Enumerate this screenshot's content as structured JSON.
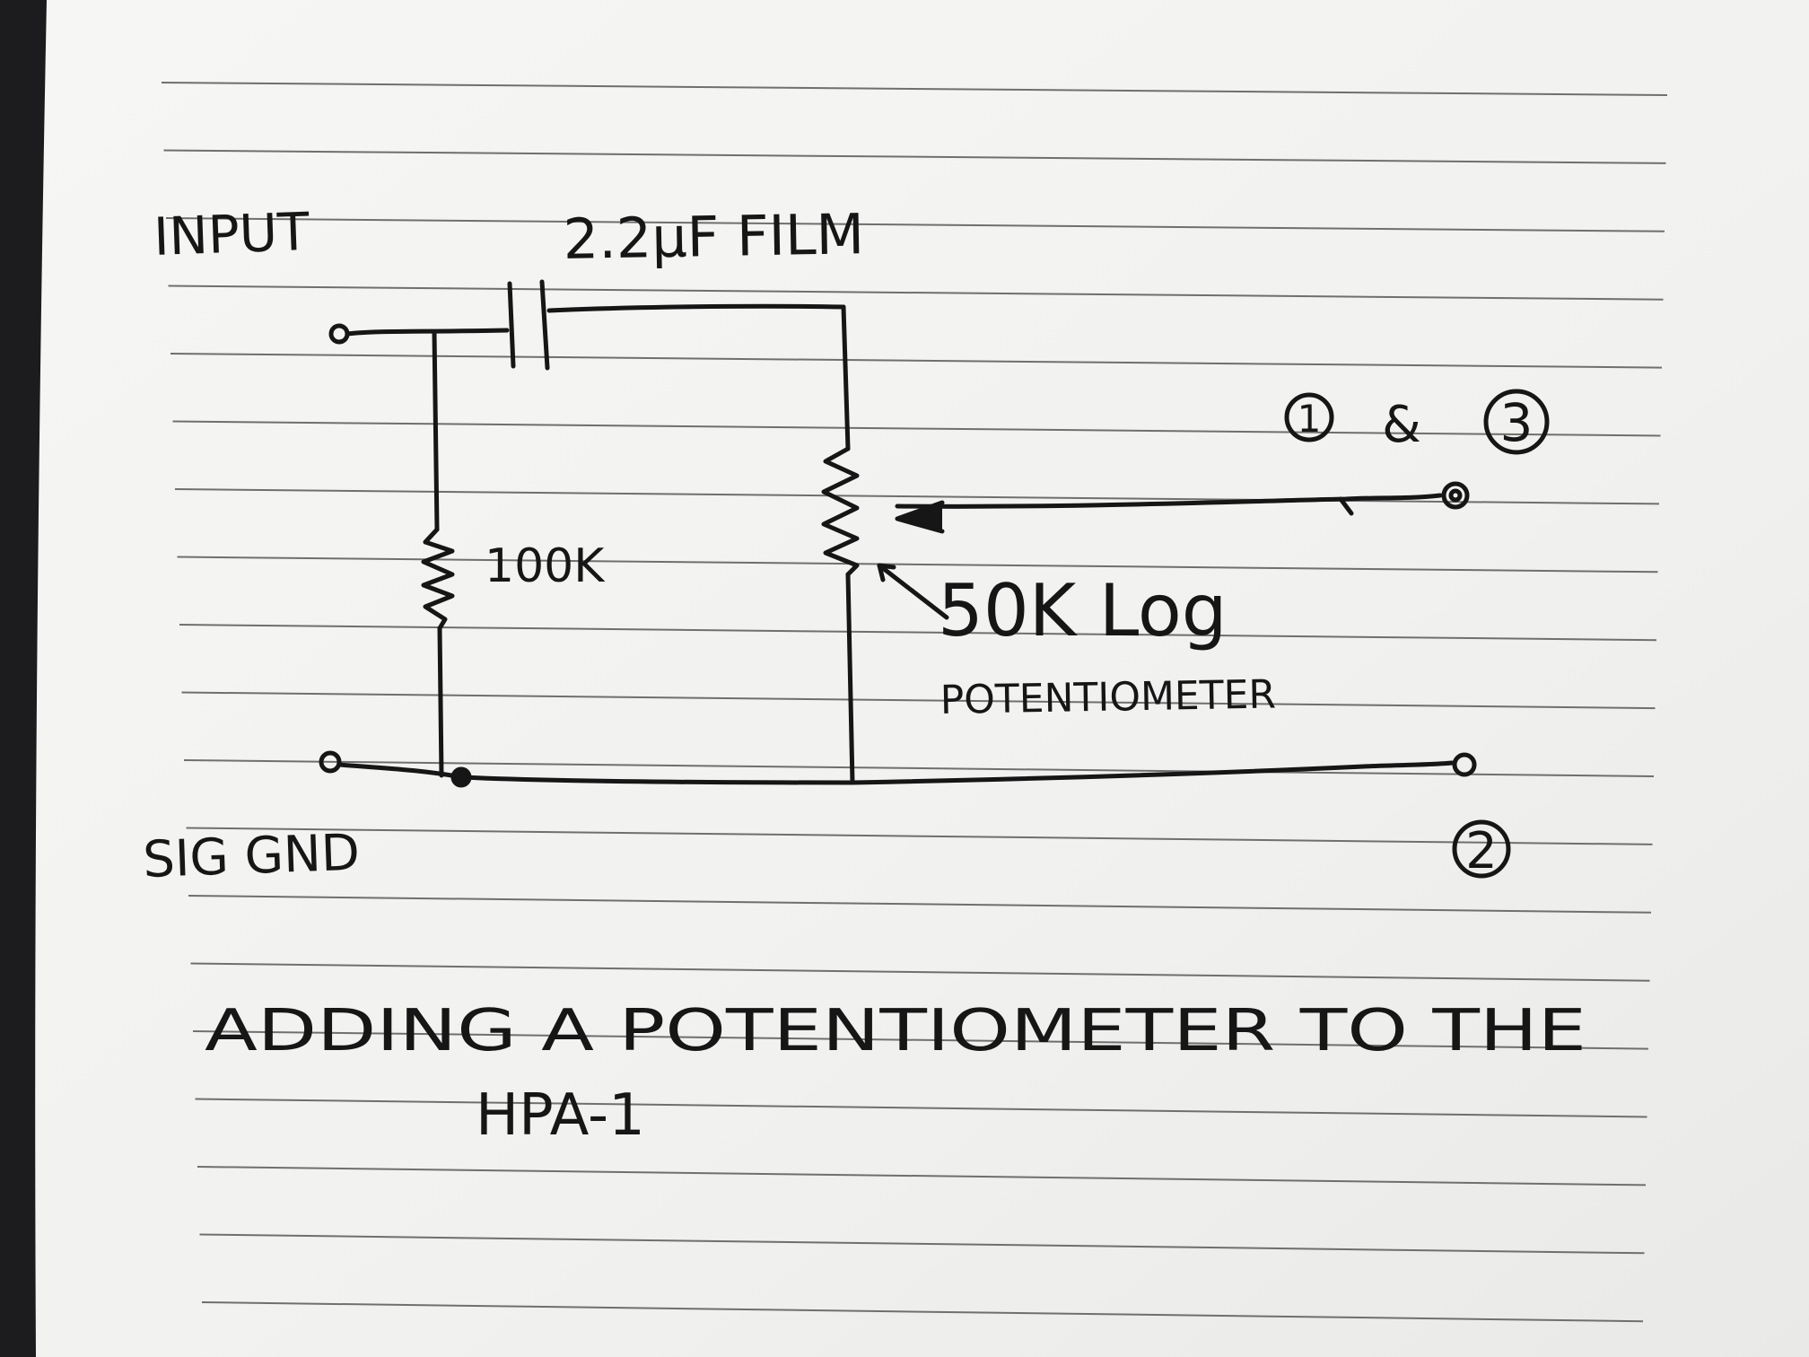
{
  "diagram": {
    "input_label": "INPUT",
    "capacitor_label": "2.2μF FILM",
    "resistor_label": "100K",
    "pot_value_label": "50K Log",
    "pot_type_label": "POTENTIOMETER",
    "ground_label": "SIG GND",
    "wiper_pins": {
      "pin_a": "1",
      "connector": "&",
      "pin_b": "3"
    },
    "ground_pin": "2",
    "caption_line1": "ADDING A POTENTIOMETER TO THE",
    "caption_line2": "HPA-1"
  },
  "colors": {
    "paper": "#f3f3f1",
    "rule_lines": "#6f6f6f",
    "ink": "#161616",
    "background": "#1c1c1e"
  }
}
